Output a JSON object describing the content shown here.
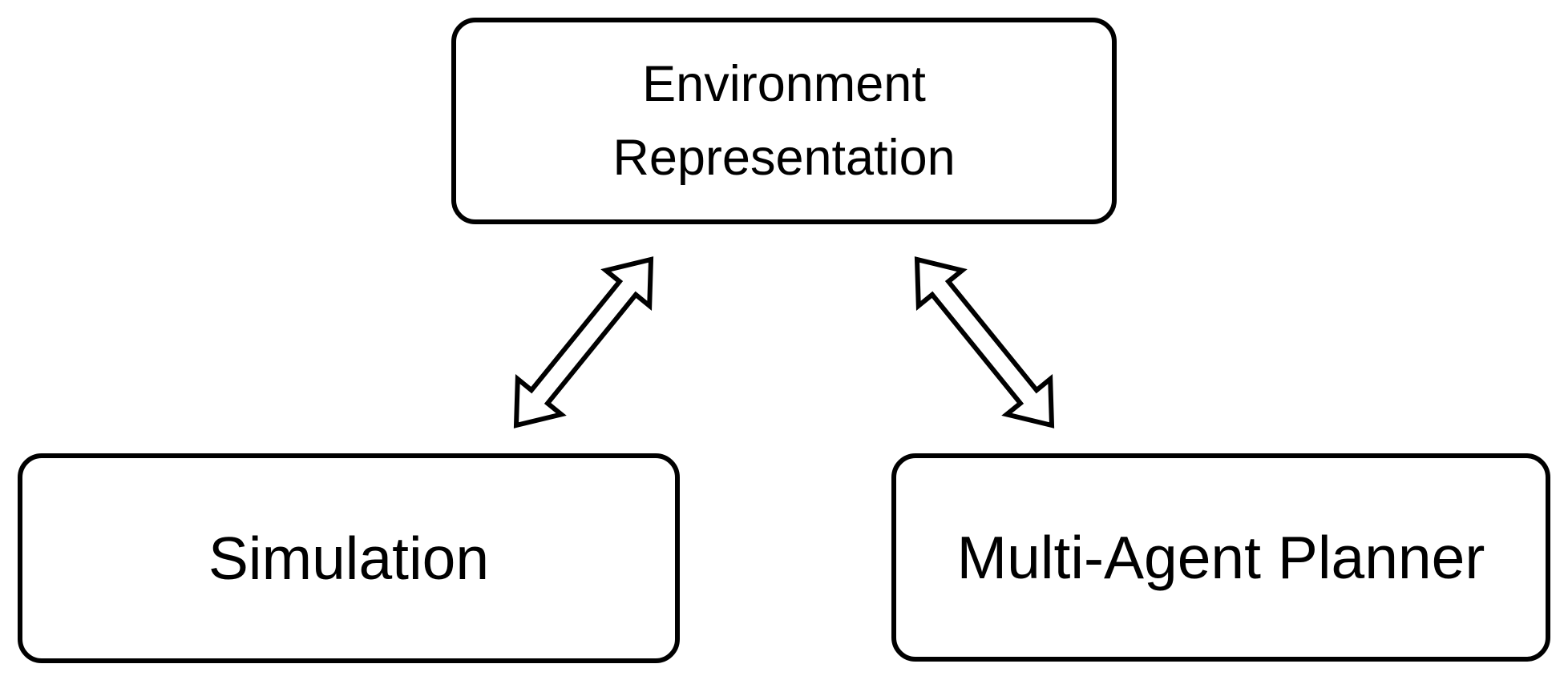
{
  "diagram": {
    "background_color": "#ffffff",
    "node_fill_color": "#ffffff",
    "node_border_color": "#000000",
    "text_color": "#000000",
    "nodes": {
      "environment": {
        "label": "Environment\nRepresentation"
      },
      "simulation": {
        "label": "Simulation"
      },
      "planner": {
        "label": "Multi-Agent Planner"
      }
    },
    "edges": [
      {
        "from": "simulation",
        "to": "environment",
        "style": "double-headed-arrow"
      },
      {
        "from": "planner",
        "to": "environment",
        "style": "double-headed-arrow"
      }
    ]
  }
}
